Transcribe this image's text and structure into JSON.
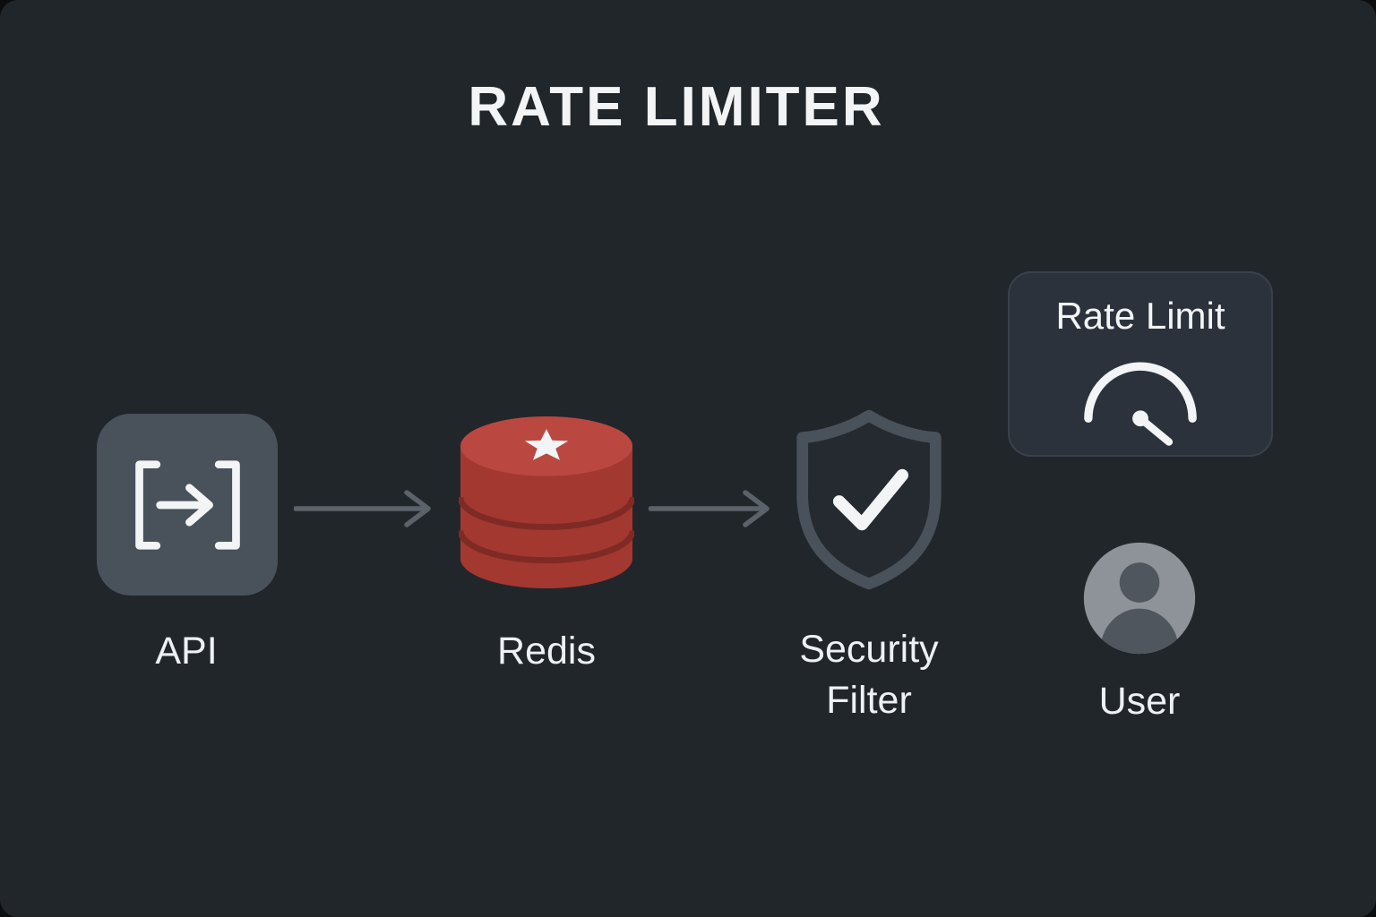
{
  "title": "RATE LIMITER",
  "nodes": {
    "api": {
      "label": "API",
      "icon": "api-brackets-arrow-icon"
    },
    "redis": {
      "label": "Redis",
      "icon": "redis-database-icon"
    },
    "security_filter": {
      "label": "Security Filter",
      "icon": "shield-check-icon"
    },
    "user": {
      "label": "User",
      "icon": "user-icon"
    },
    "rate_limit": {
      "label": "Rate Limit",
      "icon": "gauge-icon"
    }
  },
  "connections": [
    {
      "from": "api",
      "to": "redis"
    },
    {
      "from": "redis",
      "to": "security_filter"
    }
  ],
  "colors": {
    "background": "#21262b",
    "frame": "#0b0d0f",
    "text": "#eef1f3",
    "api_box": "#49525b",
    "redis_body": "#a33831",
    "redis_top": "#ba4840",
    "redis_band": "#7f2a25",
    "shield_fill": "#242a30",
    "shield_stroke": "#49515a",
    "card_bg": "#2b323b",
    "card_border": "#39414a",
    "arrow": "#5b6269",
    "user_circle": "#8e9399",
    "user_silhouette": "#50565d"
  }
}
